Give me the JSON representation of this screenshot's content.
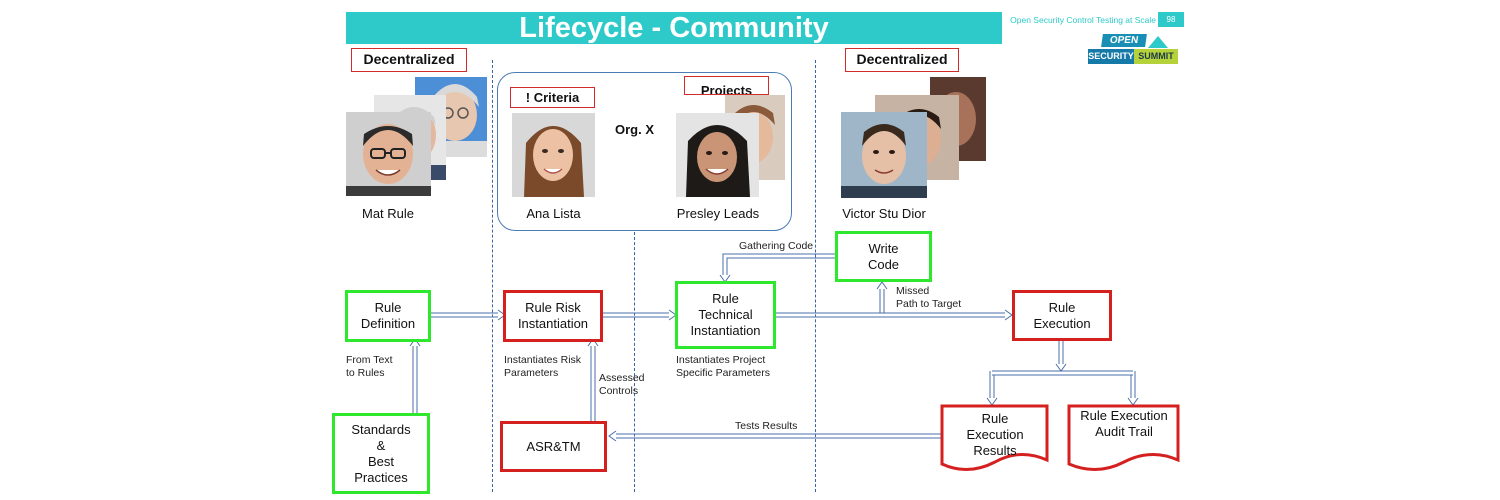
{
  "header": {
    "title": "Lifecycle - Community",
    "note": "Open Security Control Testing at Scale",
    "page_number": "98",
    "logo": {
      "line1": "OPEN",
      "line2a": "SECURITY",
      "line2b": "SUMMIT"
    }
  },
  "labels": {
    "decentralized_left": "Decentralized",
    "decentralized_right": "Decentralized",
    "criteria": "! Criteria",
    "projects": "Projects",
    "org": "Org. X"
  },
  "people": {
    "mat": "Mat Rule",
    "ana": "Ana Lista",
    "presley": "Presley Leads",
    "victor": "Victor Stu Dior"
  },
  "boxes": {
    "rule_definition": "Rule\nDefinition",
    "standards": "Standards\n&\nBest\nPractices",
    "risk_instantiation": "Rule Risk\nInstantiation",
    "asr_tm": "ASR&TM",
    "technical_instantiation": "Rule\nTechnical\nInstantiation",
    "write_code": "Write\nCode",
    "rule_execution": "Rule\nExecution",
    "execution_results": "Rule\nExecution\nResults",
    "audit_trail": "Rule Execution\nAudit Trail"
  },
  "annotations": {
    "from_text": "From Text\nto Rules",
    "instantiates_risk": "Instantiates Risk\nParameters",
    "assessed_controls": "Assessed\nControls",
    "instantiates_project": "Instantiates Project\nSpecific Parameters",
    "gathering_code": "Gathering Code",
    "missed_path": "Missed\nPath to Target",
    "tests_results": "Tests Results"
  }
}
